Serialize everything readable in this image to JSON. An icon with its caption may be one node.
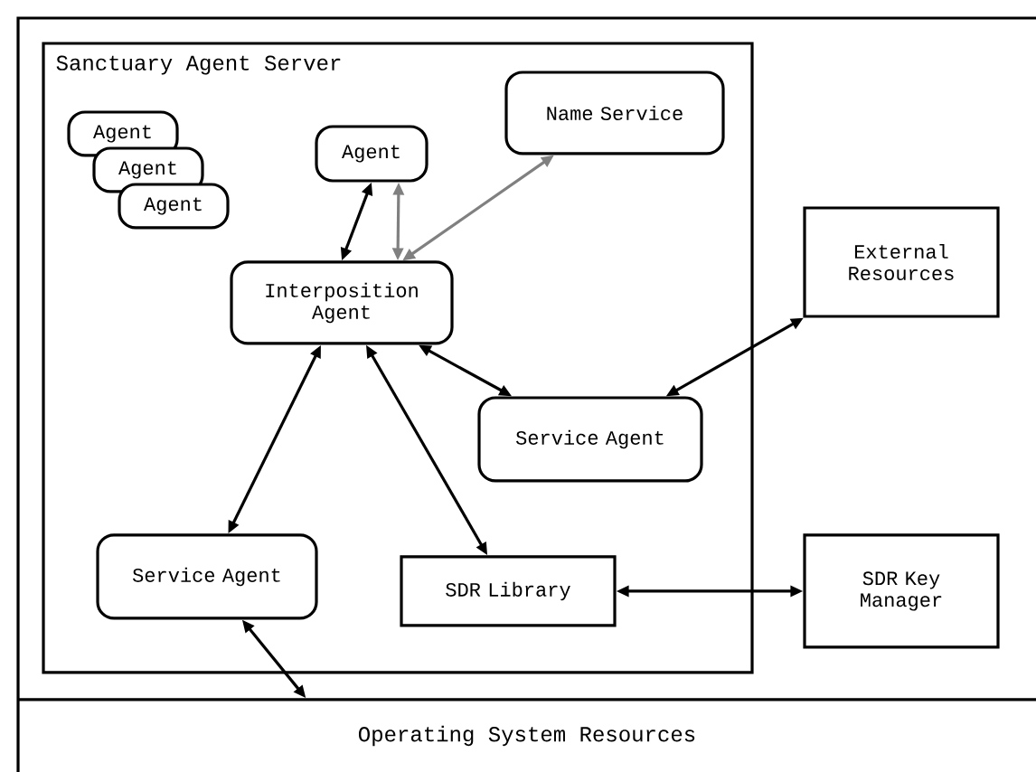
{
  "diagram": {
    "nodes": [
      {
        "text": [
          "Sanctuary Agent Server"
        ]
      },
      {
        "text": [
          "Agent"
        ],
        "in": 0
      },
      {
        "text": [
          "Agent"
        ],
        "in": 0
      },
      {
        "text": [
          "Agent"
        ],
        "in": 0
      },
      {
        "text": [
          "Agent"
        ],
        "in": 0
      },
      {
        "text": [
          "Name Service"
        ],
        "in": 0
      },
      {
        "text": [
          "Interposition Agent"
        ],
        "in": 0
      },
      {
        "text": [
          "Service Agent"
        ],
        "in": 0
      },
      {
        "text": [
          "Service Agent"
        ],
        "in": 0
      },
      {
        "text": [
          "SDR Library"
        ],
        "in": 0
      },
      {
        "text": [
          "External Resources"
        ]
      },
      {
        "text": [
          "SDR Key Manager"
        ]
      },
      {
        "text": [
          "Operating System Resources"
        ]
      }
    ],
    "edges": [
      {
        "from": 4,
        "to": 6,
        "arrow": "both"
      },
      {
        "from": 4,
        "to": 6,
        "arrow": "both",
        "color": "#808080"
      },
      {
        "from": 5,
        "to": 6,
        "arrow": "both",
        "color": "#808080"
      },
      {
        "from": 6,
        "to": 7,
        "arrow": "both"
      },
      {
        "from": 6,
        "to": 8,
        "arrow": "both"
      },
      {
        "from": 6,
        "to": 9,
        "arrow": "both"
      },
      {
        "from": 7,
        "to": 10,
        "arrow": "both"
      },
      {
        "from": 9,
        "to": 11,
        "arrow": "both"
      },
      {
        "from": 8,
        "to": 12,
        "arrow": "both"
      }
    ]
  }
}
